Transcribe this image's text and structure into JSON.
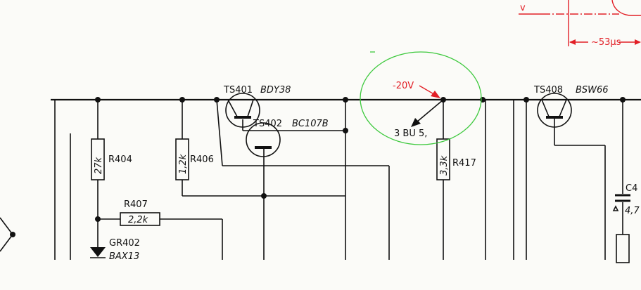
{
  "components": {
    "ts401": {
      "ref": "TS401",
      "type": "BDY38"
    },
    "ts402": {
      "ref": "TS402",
      "type": "BC107B"
    },
    "ts408": {
      "ref": "TS408",
      "type": "BSW66"
    },
    "r404": {
      "ref": "R404",
      "value": "27k"
    },
    "r406": {
      "ref": "R406",
      "value": "1,2k"
    },
    "r407": {
      "ref": "R407",
      "value": "2,2k"
    },
    "r417": {
      "ref": "R417",
      "value": "3,3k"
    },
    "gr402": {
      "ref": "GR402",
      "type": "BAX13"
    },
    "c4": {
      "ref": "C4",
      "value": "4,7"
    }
  },
  "annotations": {
    "voltage": "-20V",
    "test_point": "3 BU 5,",
    "timing": "~53µs",
    "v_marker": "v"
  },
  "colors": {
    "annotation_red": "#e21f26",
    "circle_green": "#3ec93e",
    "ink": "#111111"
  }
}
